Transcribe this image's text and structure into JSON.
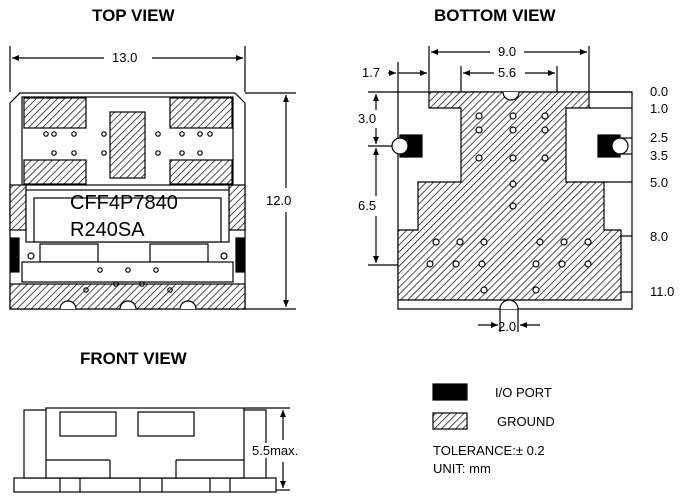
{
  "views": {
    "top": "TOP VIEW",
    "bottom": "BOTTOM VIEW",
    "front": "FRONT VIEW"
  },
  "top_view": {
    "width_dim": "13.0",
    "height_dim": "12.0",
    "marking_line1": "CFF4P7840",
    "marking_line2": "R240SA"
  },
  "bottom_view": {
    "width_outer": "9.0",
    "width_inner": "5.6",
    "left_offset": "1.7",
    "left_dim1": "3.0",
    "left_dim2": "6.5",
    "bottom_dim": "2.0",
    "right_labels": [
      "0.0",
      "1.0",
      "2.5",
      "3.5",
      "5.0",
      "8.0",
      "11.0"
    ]
  },
  "front_view": {
    "height_dim": "5.5max."
  },
  "legend": {
    "io_port": "I/O  PORT",
    "ground": "GROUND",
    "tolerance": "TOLERANCE:± 0.2",
    "unit": "UNIT: mm"
  },
  "colors": {
    "ink": "#000000",
    "paper": "#ffffff"
  }
}
